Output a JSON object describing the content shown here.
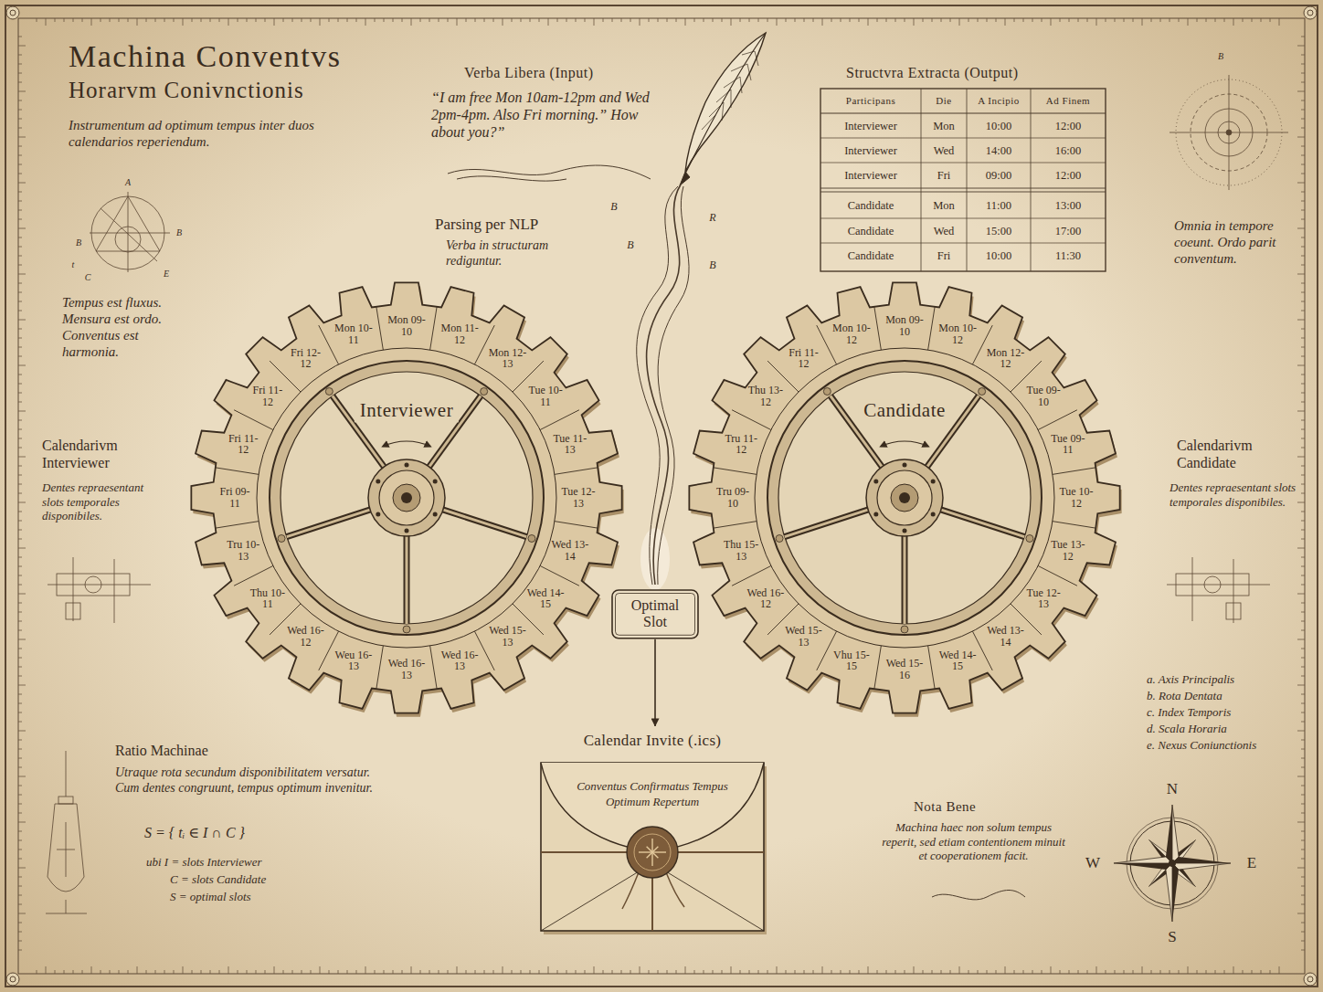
{
  "diagram": {
    "title": "Machina Conventvs",
    "nodes": [
      {
        "text": [
          "Interviewer"
        ]
      },
      {
        "text": [
          "Candidate"
        ]
      },
      {
        "text": [
          "Optimal Slot"
        ]
      },
      {
        "text": [
          "Calendar Invite (.ics)",
          "Conventus Confirmatus Tempus Optimum Repertum"
        ]
      }
    ],
    "edges": [
      {
        "from": 2,
        "to": 3,
        "arrow": "to"
      }
    ],
    "labels": [
      "Horarvm Conivnctionis",
      "Instrumentum ad optimum tempus inter duos calendarios reperiendum.",
      "Verba Libera (Input)",
      "“I am free Mon 10am-12pm and Wed 2pm-4pm. Also Fri morning.” How about you?”",
      "Parsing per NLP",
      "Verba in structuram rediguntur.",
      "Structvra Extracta (Output)",
      "Participans",
      "Die",
      "A Incipio",
      "Ad Finem",
      "Interviewer",
      "Mon",
      "10:00",
      "12:00",
      "Interviewer",
      "Wed",
      "14:00",
      "16:00",
      "Interviewer",
      "Fri",
      "09:00",
      "12:00",
      "Candidate",
      "Mon",
      "11:00",
      "13:00",
      "Candidate",
      "Wed",
      "15:00",
      "17:00",
      "Candidate",
      "Fri",
      "10:00",
      "11:30",
      "Omnia in tempore coeunt. Ordo parit conventum.",
      "Tempus est fluxus. Mensura est ordo. Conventus est harmonia.",
      "Calendarivm Interviewer",
      "Dentes repraesentant slots temporales disponibiles.",
      "Calendarivm Candidate",
      "Dentes repraesentant slots temporales disponibiles.",
      "Mon 10-11",
      "Mon 09-10",
      "Mon 11-12",
      "Mon 12-13",
      "Tue 10-11",
      "Tue 11-13",
      "Tue 12-13",
      "Wed 13-14",
      "Wed 14-15",
      "Wed 15-13",
      "Wed 16-13",
      "Wed 16-13",
      "Weu 16-13",
      "Wed 16-12",
      "Thu 10-11",
      "Tru 10-13",
      "Fri 09-11",
      "Fri 11-12",
      "Fri 11-12",
      "Fri 12-12",
      "Mon 10-12",
      "Mon 09-10",
      "Mon 10-12",
      "Mon 12-12",
      "Tue 09-10",
      "Tue 09-11",
      "Tue 10-12",
      "Tue 13-12",
      "Tue 12-13",
      "Wed 13-14",
      "Wed 14-15",
      "Wed 15-16",
      "Vhu 15-15",
      "Wed 15-13",
      "Wed 16-12",
      "Thu 15-13",
      "Tru 09-10",
      "Tru 11-12",
      "Thu 13-12",
      "Fri 11-12",
      "Ratio Machinae",
      "Utraque rota secundum disponibilitatem versatur. Cum dentes congruunt, tempus optimum invenitur.",
      "S = { tᵢ ∈ I ∩ C }",
      "ubi I = slots Interviewer",
      "C = slots Candidate",
      "S = optimal slots",
      "Nota Bene",
      "Machina haec non solum tempus reperit, sed etiam contentionem minuit et cooperationem facit.",
      "a. Axis Principalis",
      "b. Rota Dentata",
      "c. Index Temporis",
      "d. Scala Horaria",
      "e. Nexus Coniunctionis",
      "N",
      "W",
      "E",
      "S",
      "A",
      "B",
      "B",
      "t",
      "C",
      "E",
      "B",
      "R",
      "B",
      "B",
      "B"
    ]
  }
}
